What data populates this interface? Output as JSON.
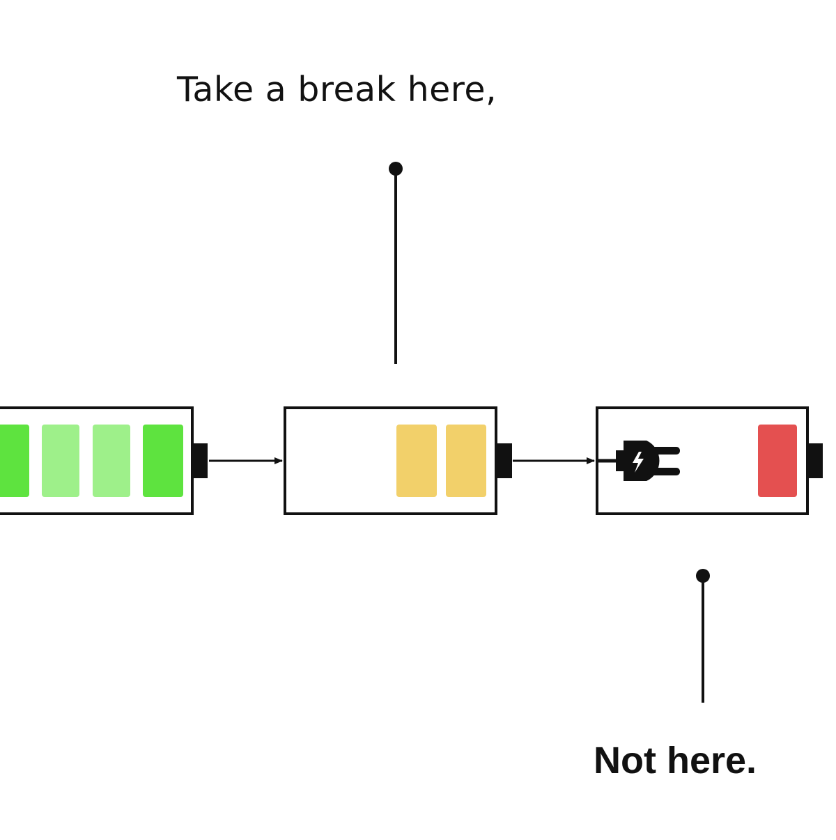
{
  "captions": {
    "top": "Take a break here,",
    "bottom": "Not here."
  },
  "batteries": [
    {
      "name": "full",
      "level_bars": 4,
      "colors": [
        "#5ee33f",
        "#9ef08a",
        "#9ef08a",
        "#5ee33f"
      ]
    },
    {
      "name": "half",
      "level_bars": 2,
      "colors": [
        "#f2d06a",
        "#f2d06a"
      ]
    },
    {
      "name": "empty",
      "level_bars": 1,
      "colors": [
        "#e45050"
      ],
      "icon": "plug-icon"
    }
  ],
  "colors": {
    "outline": "#111111",
    "background": "#ffffff"
  }
}
